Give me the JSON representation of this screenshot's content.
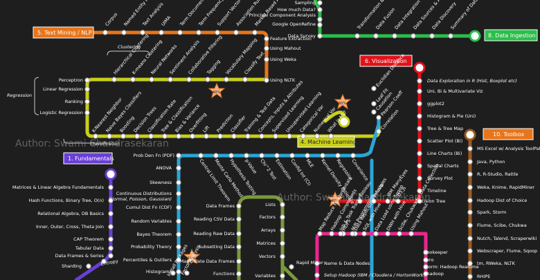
{
  "lines": {
    "text_mining": {
      "label": "5. Text Mining / NLP",
      "color": "#e8751a"
    },
    "data_ingestion": {
      "label": "8. Data Ingestion",
      "color": "#2bbf4a"
    },
    "visualization": {
      "label": "6. Visualization",
      "color": "#e0131a"
    },
    "toolbox": {
      "label": "10. Toolbox",
      "color": "#9c5a1e"
    },
    "machine_learning": {
      "label": "4. Machine Learning",
      "color": "#c8cf1a"
    },
    "fundamentals": {
      "label": "1. Fundamentals",
      "color": "#6a3fd6"
    },
    "statistics": {
      "color": "#2aa6d9"
    },
    "programming": {
      "color": "#7a9a3a"
    },
    "big_data": {
      "color": "#e8278f"
    }
  },
  "section_labels": {
    "clustering": "Clustering",
    "regression": "Regression",
    "classification": "Classification"
  },
  "watermark": {
    "left": "Author: Swami Chandrasekaran",
    "right": "Author: Swami Chandrasekaran"
  },
  "stations": {
    "text_mining_diag": [
      "Corpus",
      "Named Entity Recognition",
      "Text Analysis",
      "UIMA",
      "Term Document Matrix",
      "Term Frequency & Weight",
      "Support Vector Machines",
      "Association Rules",
      "Market Based Analysis"
    ],
    "text_mining_right": [
      "Feature Extraction",
      "Using Mahout",
      "Using Weka",
      "Using NLTK"
    ],
    "data_ingestion": [
      "How much Data?",
      "Sampling",
      "Principal Component Analysis",
      "Google OpenRefine",
      "Data Survey"
    ],
    "data_ingestion_diag": [
      "Transformation & Enrich",
      "Data Fusion",
      "Data Integration",
      "Data Sources & Acquisition",
      "Data Discovery",
      "Summary of Data Formats"
    ],
    "ml_top": [
      "Hierarchical Clustering",
      "K-means Clustering",
      "Neural Networks",
      "Sentiment Analysis",
      "Collaborative Filtering",
      "Tagging",
      "Vocabulary Mapping",
      "Classify Text"
    ],
    "ml_left": [
      "Perceptron",
      "Linear Regression",
      "Ranking",
      "Logistic Regression"
    ],
    "ml_bottom": [
      "K-Nearest Neighbor",
      "Naive Bayes Classifiers",
      "Boosting",
      "Decision Trees",
      "Classification Rate",
      "Tree & Classification",
      "Bias & Variance",
      "Overfitting",
      "Lift",
      "Prediction",
      "Classifier",
      "Training & Test Data",
      "Concepts, Inputs & Attributes",
      "Supervised Learning",
      "Unsupervised Learning",
      "Categorical Var",
      "Numerical Var",
      "What is ML?"
    ],
    "ml_right": [
      "Euclidian Distance",
      "Leaf Fit",
      "Causation",
      "Pearson Coeff",
      "Correlation"
    ],
    "visualization": [
      "Data Exploration in R (Hist, Boxplot etc)",
      "Uni, Bi & Multivariate Viz",
      "ggplot2",
      "Histogram & Pie (Uni)",
      "Tree & Tree Map",
      "Scatter Plot (Bi)",
      "Line Charts (Bi)",
      "Spatial Charts",
      "Survey Plot",
      "Timeline",
      "Decision Tree"
    ],
    "viz_diag": [
      "D3.js",
      "IBM ManyEyes",
      "InfoVis",
      "Tableau"
    ],
    "toolbox": [
      "MS Excel w/ Analysis ToolPak",
      "Java, Python",
      "R, R-Studio, Rattle",
      "Weka, Knime, RapidMiner",
      "Hadoop Dist of Choice",
      "Spark, Storm",
      "Flume, Scibe, Chukwa",
      "Nutch, Talend, Scraperwiki",
      "Webscraper, Flume, Sqoop",
      "tm, RWeka, NLTK",
      "RHIPE"
    ],
    "statistics_top": [
      "Prob Den Fn (PDF)",
      "Central Limit Theorem",
      "Monte Carlo Method",
      "Hypothesis Testing",
      "p-Value",
      "Chi^2 Test",
      "Estimation",
      "Confid Int (CI)",
      "MLE",
      "Kernel Density Estimate",
      "Regression",
      "Covariance"
    ],
    "statistics_left": [
      "ANOVA",
      "Skewness",
      "Continuous Distributions",
      "(Normal, Poisson, Gaussian)",
      "Cumul Dist Fn (CDF)",
      "Random Variables",
      "Bayes Theorem",
      "Probability Theory",
      "Percentiles & Outliers",
      "Histograms"
    ],
    "stats_diag": [
      "Factor Analysis",
      "Install Packages"
    ],
    "fundamentals": [
      "Matrices & Linear Algebra Fundamentals",
      "Hash Functions, Binary Tree, O(n)",
      "Relational Algebra, DB Basics",
      "Inner, Outer, Cross, Theta Join",
      "CAP Theorem",
      "Tabular Data",
      "Data Frames & Series",
      "Sharding",
      "Entropy"
    ],
    "programming_left": [
      "Data Frames",
      "Reading CSV Data",
      "Reading Raw Data",
      "Subsetting Data",
      "Manipulate Data Frames",
      "Functions"
    ],
    "programming_right": [
      "Lists",
      "Factors",
      "Arrays",
      "Matrices",
      "Vectors",
      "Variables",
      "Rapid Miner"
    ],
    "big_data_diag": [
      "Map Reduce Fundamentals",
      "Hadoop Components",
      "HDFS",
      "Data Replication Principles",
      "Setup Hadoop (IBM / Cloudera / HortonWorks)",
      "Name & Data Nodes",
      "Job & Task Tracker",
      "M/R Programming",
      "SQL with Hive",
      "Data Load using Sqoop",
      "DWH with Hive",
      "Scibe, Chukwa for Data Collection",
      "Using Mahout"
    ],
    "big_data_right": [
      "Zookeeper",
      "Avro",
      "Storm: Hadoop Realtime",
      "Rhadoop"
    ]
  },
  "stars": [
    "40%",
    "30%",
    "40%",
    "10%"
  ]
}
